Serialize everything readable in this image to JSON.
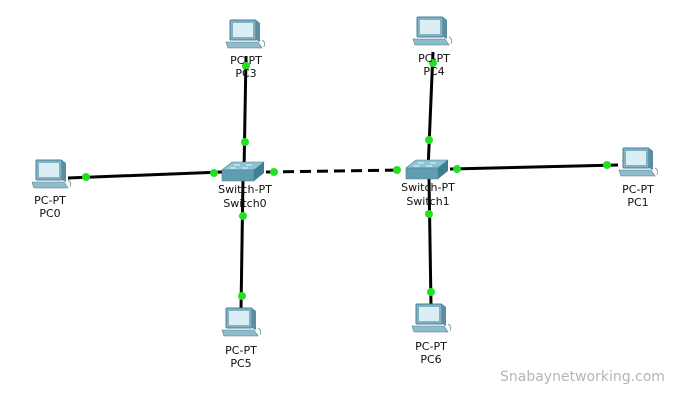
{
  "devices": [
    {
      "id": "pc0",
      "type": "PC-PT",
      "name": "PC0"
    },
    {
      "id": "pc1",
      "type": "PC-PT",
      "name": "PC1"
    },
    {
      "id": "pc3",
      "type": "PC-PT",
      "name": "PC3"
    },
    {
      "id": "pc4",
      "type": "PC-PT",
      "name": "PC4"
    },
    {
      "id": "pc5",
      "type": "PC-PT",
      "name": "PC5"
    },
    {
      "id": "pc6",
      "type": "PC-PT",
      "name": "PC6"
    },
    {
      "id": "switch0",
      "type": "Switch-PT",
      "name": "Switch0"
    },
    {
      "id": "switch1",
      "type": "Switch-PT",
      "name": "Switch1"
    }
  ],
  "links": [
    {
      "from": "PC0",
      "to": "Switch0",
      "style": "solid"
    },
    {
      "from": "PC3",
      "to": "Switch0",
      "style": "solid"
    },
    {
      "from": "PC5",
      "to": "Switch0",
      "style": "solid"
    },
    {
      "from": "Switch0",
      "to": "Switch1",
      "style": "dashed"
    },
    {
      "from": "PC4",
      "to": "Switch1",
      "style": "solid"
    },
    {
      "from": "PC1",
      "to": "Switch1",
      "style": "solid"
    },
    {
      "from": "PC6",
      "to": "Switch1",
      "style": "solid"
    }
  ],
  "colors": {
    "link": "#000000",
    "port_up": "#22e022",
    "device": "#5f9eb0"
  },
  "watermark": "Snabaynetworking.com"
}
